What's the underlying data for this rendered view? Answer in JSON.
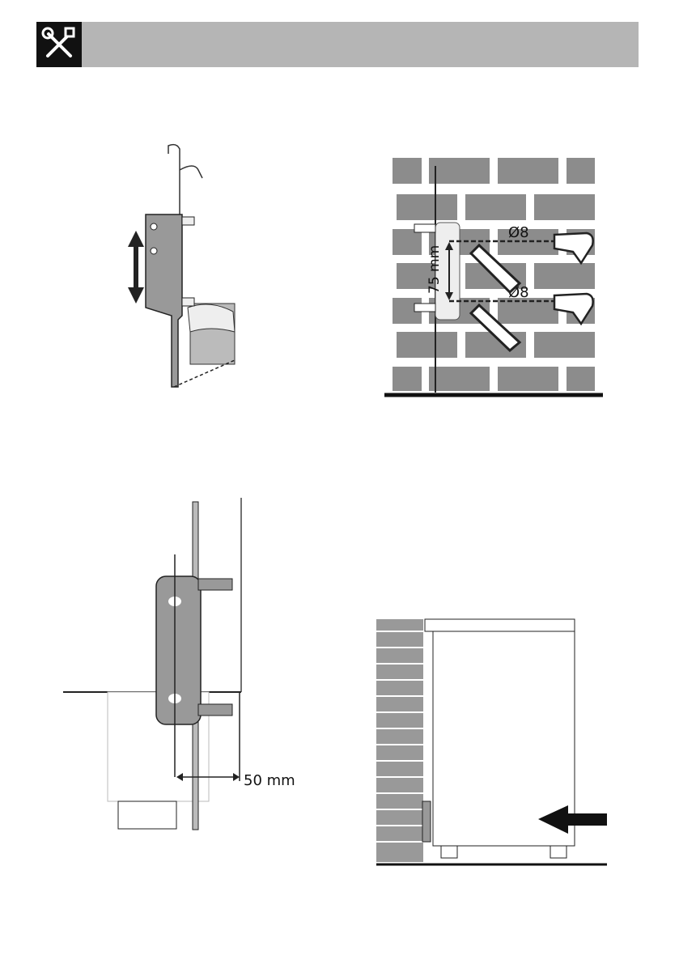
{
  "header": {
    "icon": "tools-icon",
    "colors": {
      "bar": "#b5b5b5",
      "icon_bg": "#111111"
    }
  },
  "figures": {
    "wall_drilling": {
      "hole_diameter_label": "Ø8",
      "spacing_label": "75 mm"
    },
    "bracket_clearance": {
      "distance_label": "50 mm"
    },
    "push_back": {
      "arrow": "push-arrow-icon"
    }
  }
}
